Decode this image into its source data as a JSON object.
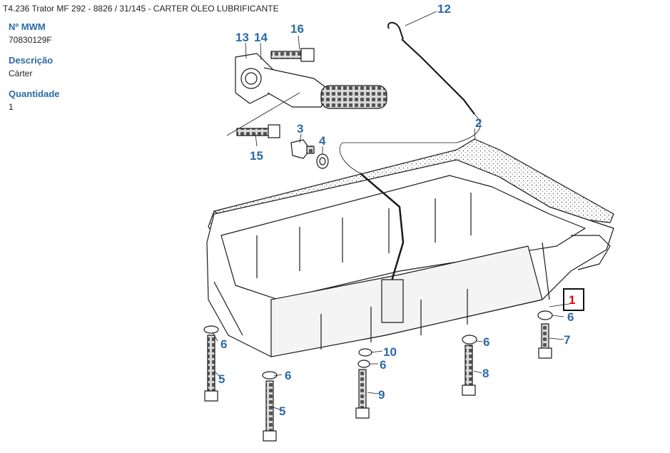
{
  "breadcrumb": "T4.236 Trator MF 292 - 8826  /  31/145 - CARTER ÓLEO LUBRIFICANTE",
  "fields": [
    {
      "label": "Nº MWM",
      "value": "70830129F"
    },
    {
      "label": "Descrição",
      "value": "Cárter"
    },
    {
      "label": "Quantidade",
      "value": "1"
    }
  ],
  "callouts": {
    "c1": "1",
    "c2": "2",
    "c3": "3",
    "c4": "4",
    "c5a": "5",
    "c5b": "5",
    "c6a": "6",
    "c6b": "6",
    "c6c": "6",
    "c6d": "6",
    "c6e": "6",
    "c7": "7",
    "c8": "8",
    "c9": "9",
    "c10": "10",
    "c12": "12",
    "c13": "13",
    "c14": "14",
    "c15": "15",
    "c16": "16"
  },
  "selected_callout": "1",
  "colors": {
    "label": "#2b6aa6",
    "selected": "#e00000",
    "line": "#1a1a1a"
  }
}
